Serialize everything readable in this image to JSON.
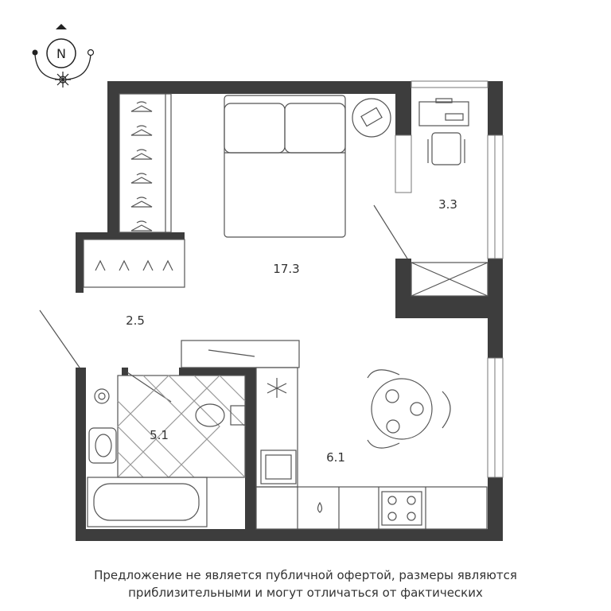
{
  "compass": {
    "label": "N"
  },
  "rooms": [
    {
      "name": "living-room",
      "area": "17.3"
    },
    {
      "name": "balcony",
      "area": "3.3"
    },
    {
      "name": "hallway",
      "area": "2.5"
    },
    {
      "name": "bathroom",
      "area": "5.1"
    },
    {
      "name": "kitchen",
      "area": "6.1"
    }
  ],
  "disclaimer": {
    "line1": "Предложение не является публичной офертой, размеры являются",
    "line2": "приблизительными и могут отличаться от фактических"
  },
  "colors": {
    "wall": "#3d3d3d",
    "line": "#555555"
  }
}
